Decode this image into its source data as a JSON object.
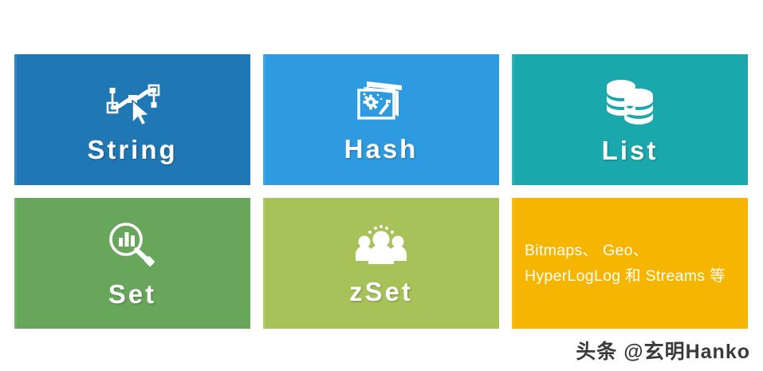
{
  "tiles": [
    {
      "id": "string",
      "label": "String",
      "icon": "bezier-path-cursor-icon",
      "color": "#1F77B4",
      "kind": "icon-label"
    },
    {
      "id": "hash",
      "label": "Hash",
      "icon": "stacked-slides-gear-icon",
      "color": "#2E9BE0",
      "kind": "icon-label"
    },
    {
      "id": "list",
      "label": "List",
      "icon": "coin-stacks-icon",
      "color": "#1BA8AC",
      "kind": "icon-label"
    },
    {
      "id": "set",
      "label": "Set",
      "icon": "magnifier-bar-chart-icon",
      "color": "#68A75B",
      "kind": "icon-label"
    },
    {
      "id": "zset",
      "label": "zSet",
      "icon": "people-group-icon",
      "color": "#A6C martin",
      "kind": "icon-label"
    },
    {
      "id": "others",
      "label": "",
      "icon": "",
      "color": "#F5B500",
      "kind": "text",
      "text_lines": [
        "Bitmaps、 Geo、",
        "HyperLogLog 和 Streams 等"
      ]
    }
  ],
  "watermark": {
    "text": "头条 @玄明Hanko"
  },
  "colors": {
    "string": "#1F77B4",
    "hash": "#2E9BE0",
    "list": "#1BA8AC",
    "set": "#68A75B",
    "zset": "#A6C258",
    "others": "#F5B500",
    "background": "#FFFFFF",
    "tile_text": "#FFFFFF",
    "watermark_text": "#3A3A3A"
  }
}
